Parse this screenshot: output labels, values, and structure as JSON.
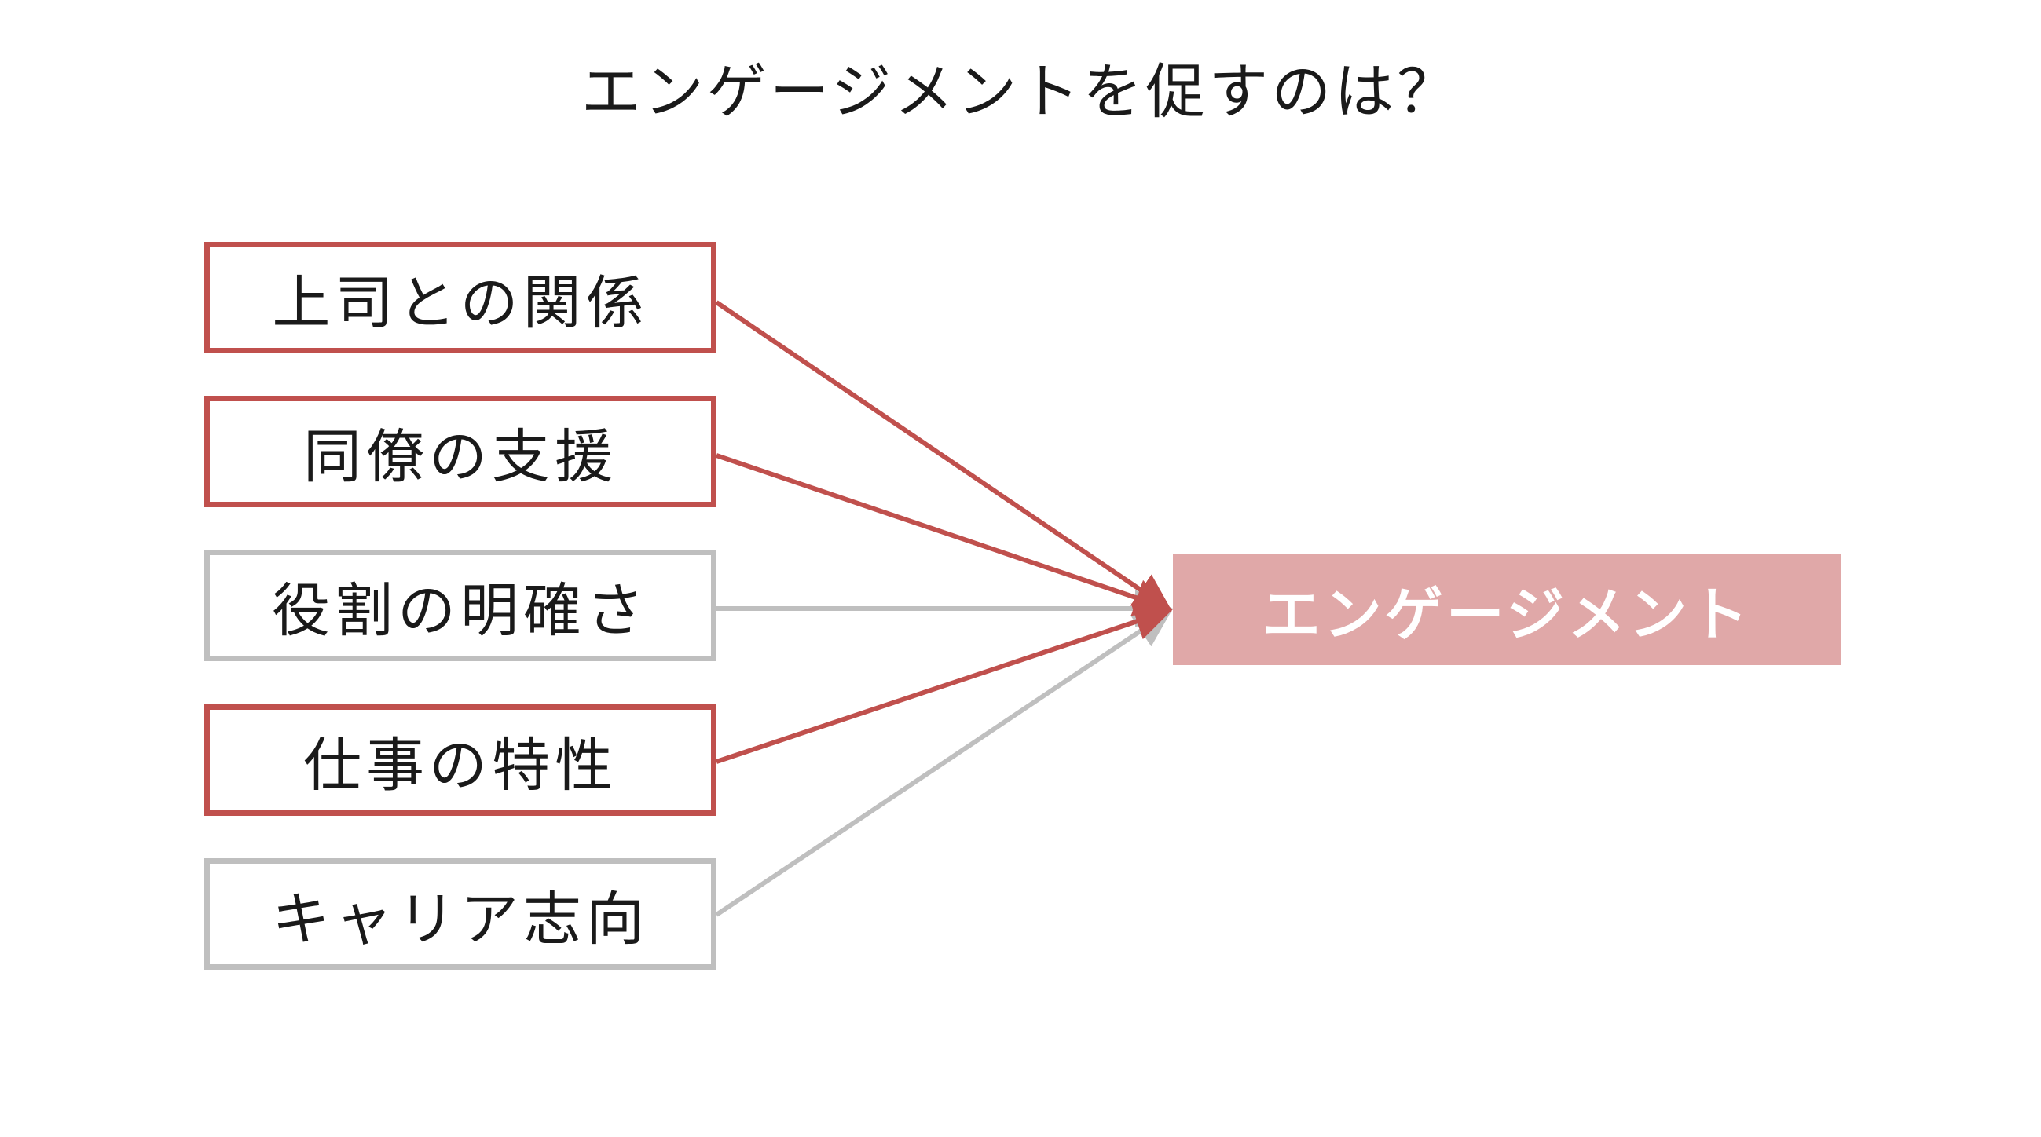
{
  "title": "エンゲージメントを促すのは？",
  "factors": [
    {
      "label": "上司との関係",
      "highlighted": true
    },
    {
      "label": "同僚の支援",
      "highlighted": true
    },
    {
      "label": "役割の明確さ",
      "highlighted": false
    },
    {
      "label": "仕事の特性",
      "highlighted": true
    },
    {
      "label": "キャリア志向",
      "highlighted": false
    }
  ],
  "target": {
    "label": "エンゲージメント"
  },
  "colors": {
    "highlight": "#c0504d",
    "inactive": "#bfbfbf",
    "target_fill": "#e0a8a8",
    "target_text": "#ffffff"
  }
}
